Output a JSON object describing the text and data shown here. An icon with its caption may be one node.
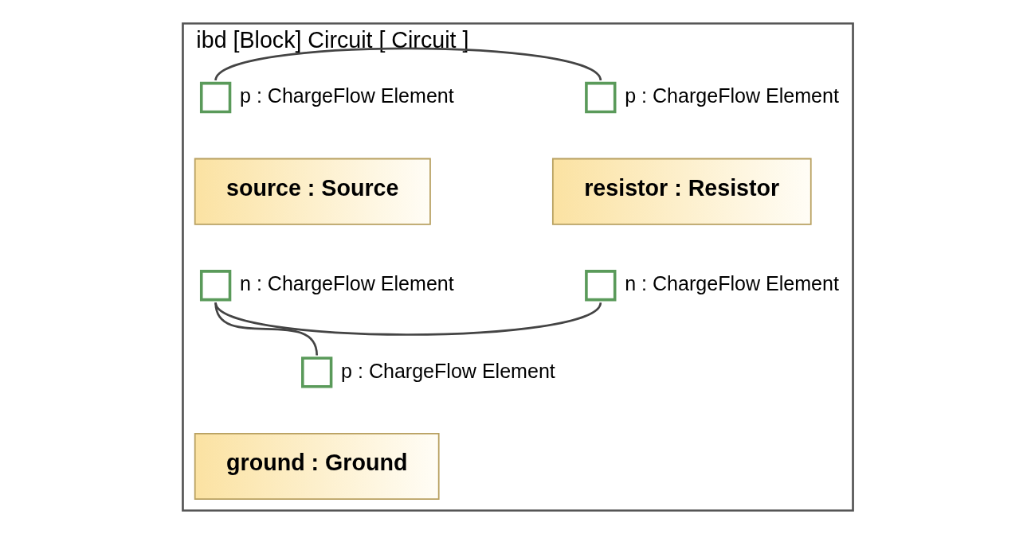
{
  "diagram": {
    "nodes": [
      {
        "text": [
          "ibd [Block] Circuit [ Circuit ]"
        ]
      },
      {
        "text": [
          "source : Source"
        ],
        "in": 0
      },
      {
        "text": [],
        "shape": "box",
        "beside": [
          "p : ChargeFlow Element"
        ],
        "in": 0
      },
      {
        "text": [],
        "shape": "box",
        "beside": [
          "n : ChargeFlow Element"
        ],
        "in": 0
      },
      {
        "text": [
          "resistor : Resistor"
        ],
        "in": 0
      },
      {
        "text": [],
        "shape": "box",
        "beside": [
          "p : ChargeFlow Element"
        ],
        "in": 0
      },
      {
        "text": [],
        "shape": "box",
        "beside": [
          "n : ChargeFlow Element"
        ],
        "in": 0
      },
      {
        "text": [
          "ground : Ground"
        ],
        "in": 0
      },
      {
        "text": [],
        "shape": "box",
        "beside": [
          "p : ChargeFlow Element"
        ],
        "in": 0
      }
    ],
    "edges": [
      {
        "from": 2,
        "to": 5,
        "arrow": "none"
      },
      {
        "from": 3,
        "to": 6,
        "arrow": "none"
      },
      {
        "from": 3,
        "to": 8,
        "arrow": "none"
      }
    ]
  }
}
